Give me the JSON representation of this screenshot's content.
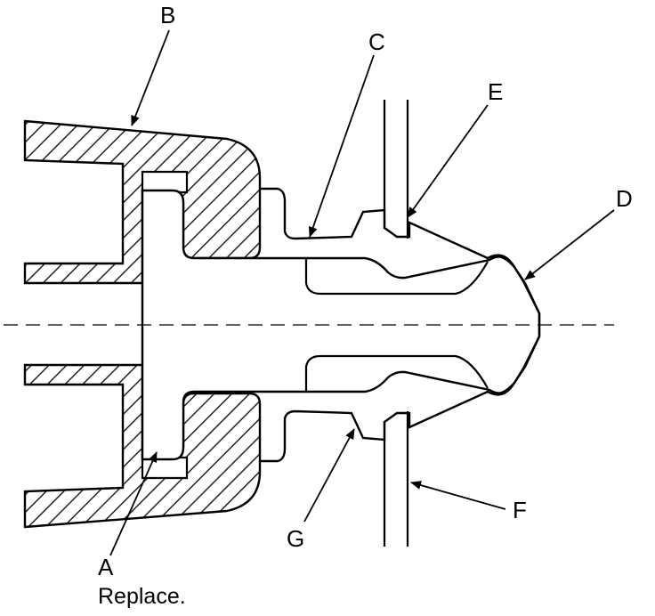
{
  "labels": {
    "a": "A",
    "a_note": "Replace.",
    "b": "B",
    "c": "C",
    "d": "D",
    "e": "E",
    "f": "F",
    "g": "G"
  }
}
